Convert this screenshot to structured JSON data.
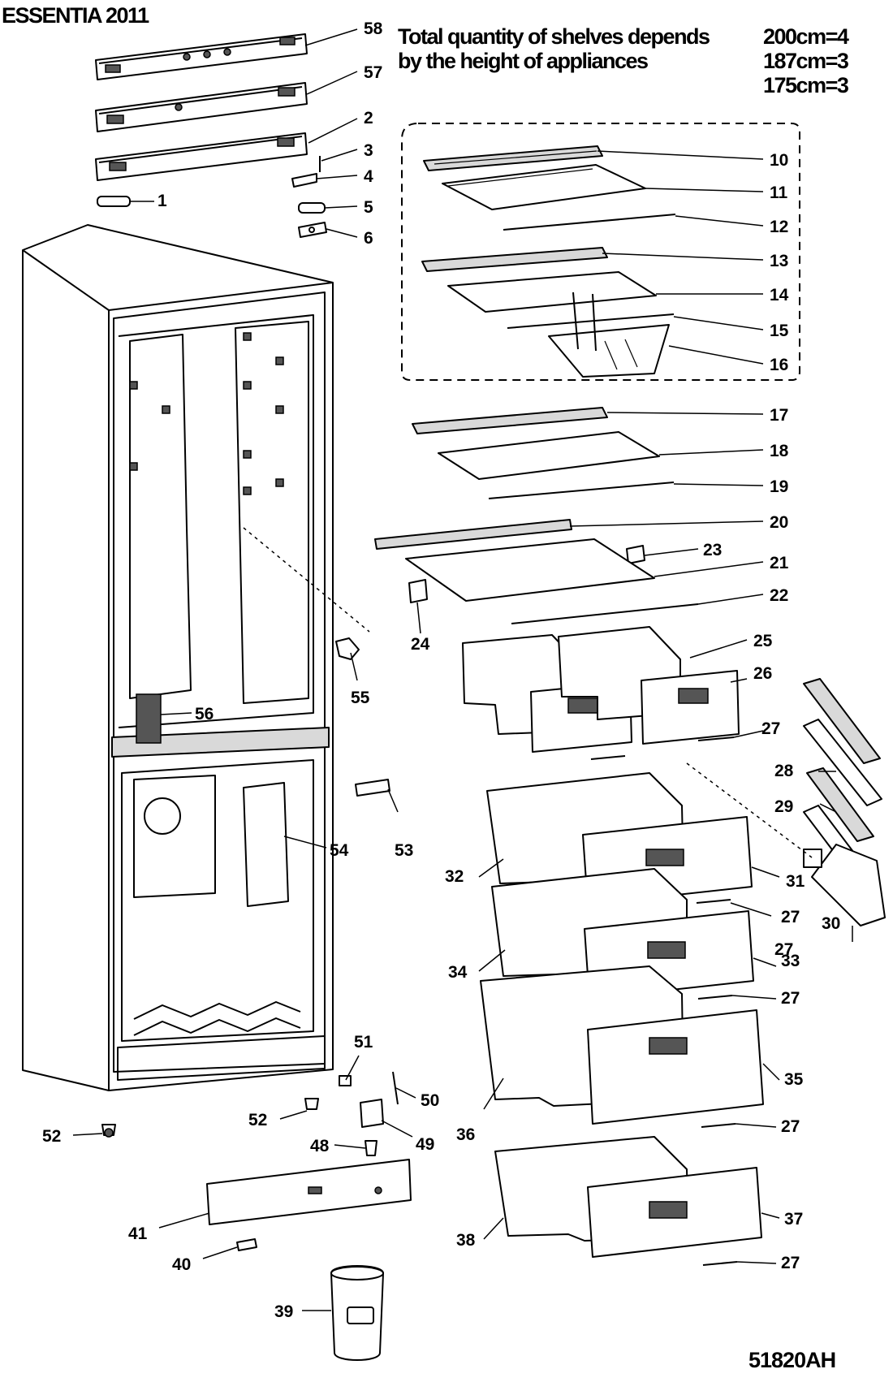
{
  "title": "ESSENTIA 2011",
  "note": {
    "text_line1": "Total quantity of shelves depends",
    "text_line2": "by the height of appliances",
    "heights": [
      "200cm=4",
      "187cm=3",
      "175cm=3"
    ]
  },
  "reference_code": "51820AH",
  "callouts": [
    "58",
    "57",
    "2",
    "3",
    "4",
    "5",
    "6",
    "1",
    "10",
    "11",
    "12",
    "13",
    "14",
    "15",
    "16",
    "17",
    "18",
    "19",
    "20",
    "23",
    "21",
    "22",
    "24",
    "25",
    "26",
    "27",
    "27",
    "28",
    "29",
    "30",
    "31",
    "32",
    "27",
    "33",
    "34",
    "27",
    "35",
    "36",
    "27",
    "37",
    "38",
    "27",
    "51",
    "50",
    "49",
    "48",
    "52",
    "52",
    "41",
    "40",
    "39",
    "53",
    "54",
    "55",
    "56"
  ]
}
